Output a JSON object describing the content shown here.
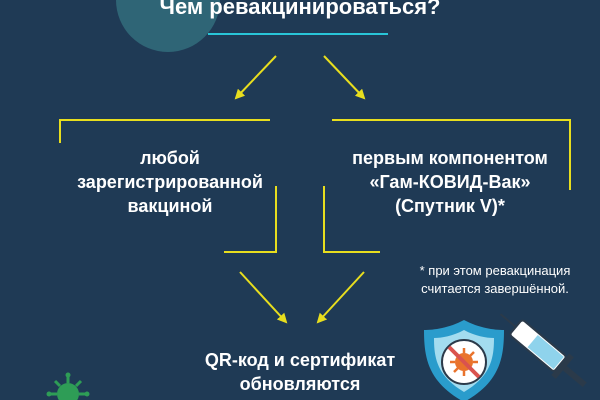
{
  "title": "Чем ревакцинироваться?",
  "left_option": [
    "любой",
    "зарегистрированной",
    "вакциной"
  ],
  "right_option": [
    "первым компонентом",
    "«Гам-КОВИД-Вак»",
    "(Спутник V)*"
  ],
  "footnote": [
    "* при этом ревакцинация",
    "считается завершённой."
  ],
  "result": [
    "QR-код и сертификат",
    "обновляются"
  ],
  "icons": [
    "virus-icon",
    "shield-no-virus-icon",
    "syringe-icon"
  ],
  "colors": {
    "background": "#1f3a55",
    "accent": "#e8de1e",
    "circle": "#2f6576",
    "text": "#ffffff"
  }
}
